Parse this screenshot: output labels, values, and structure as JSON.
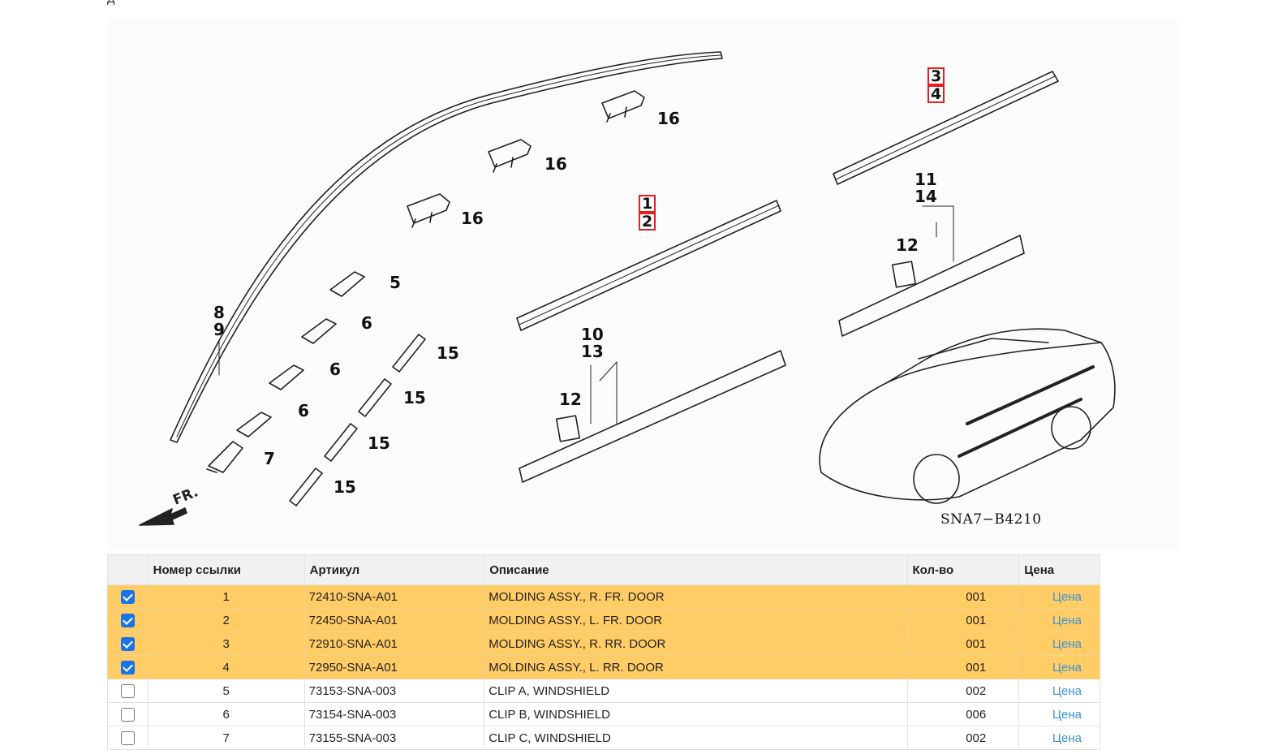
{
  "top_fragment": "Д",
  "diagram": {
    "code": "SNA7−B4210",
    "front_label": "FR.",
    "callouts": [
      "1",
      "2",
      "3",
      "4",
      "5",
      "6",
      "6",
      "6",
      "7",
      "8",
      "9",
      "10",
      "13",
      "12",
      "11",
      "14",
      "12",
      "15",
      "15",
      "15",
      "15",
      "16",
      "16",
      "16"
    ]
  },
  "table": {
    "headers": [
      "",
      "Номер ссылки",
      "Артикул",
      "Описание",
      "Кол-во",
      "Цена"
    ],
    "rows": [
      {
        "checked": true,
        "ref": "1",
        "part": "72410-SNA-A01",
        "desc": "MOLDING ASSY., R. FR. DOOR",
        "qty": "001",
        "price": "Цена"
      },
      {
        "checked": true,
        "ref": "2",
        "part": "72450-SNA-A01",
        "desc": "MOLDING ASSY., L. FR. DOOR",
        "qty": "001",
        "price": "Цена"
      },
      {
        "checked": true,
        "ref": "3",
        "part": "72910-SNA-A01",
        "desc": "MOLDING ASSY., R. RR. DOOR",
        "qty": "001",
        "price": "Цена"
      },
      {
        "checked": true,
        "ref": "4",
        "part": "72950-SNA-A01",
        "desc": "MOLDING ASSY., L. RR. DOOR",
        "qty": "001",
        "price": "Цена"
      },
      {
        "checked": false,
        "ref": "5",
        "part": "73153-SNA-003",
        "desc": "CLIP A, WINDSHIELD",
        "qty": "002",
        "price": "Цена"
      },
      {
        "checked": false,
        "ref": "6",
        "part": "73154-SNA-003",
        "desc": "CLIP B, WINDSHIELD",
        "qty": "006",
        "price": "Цена"
      },
      {
        "checked": false,
        "ref": "7",
        "part": "73155-SNA-003",
        "desc": "CLIP C, WINDSHIELD",
        "qty": "002",
        "price": "Цена"
      }
    ]
  },
  "colors": {
    "selected_row": "#ffcc66",
    "checkbox_on": "#1a73e8",
    "price_link": "#3a93d6",
    "callout_box": "#e02020",
    "header_bg": "#f1f1f1"
  }
}
